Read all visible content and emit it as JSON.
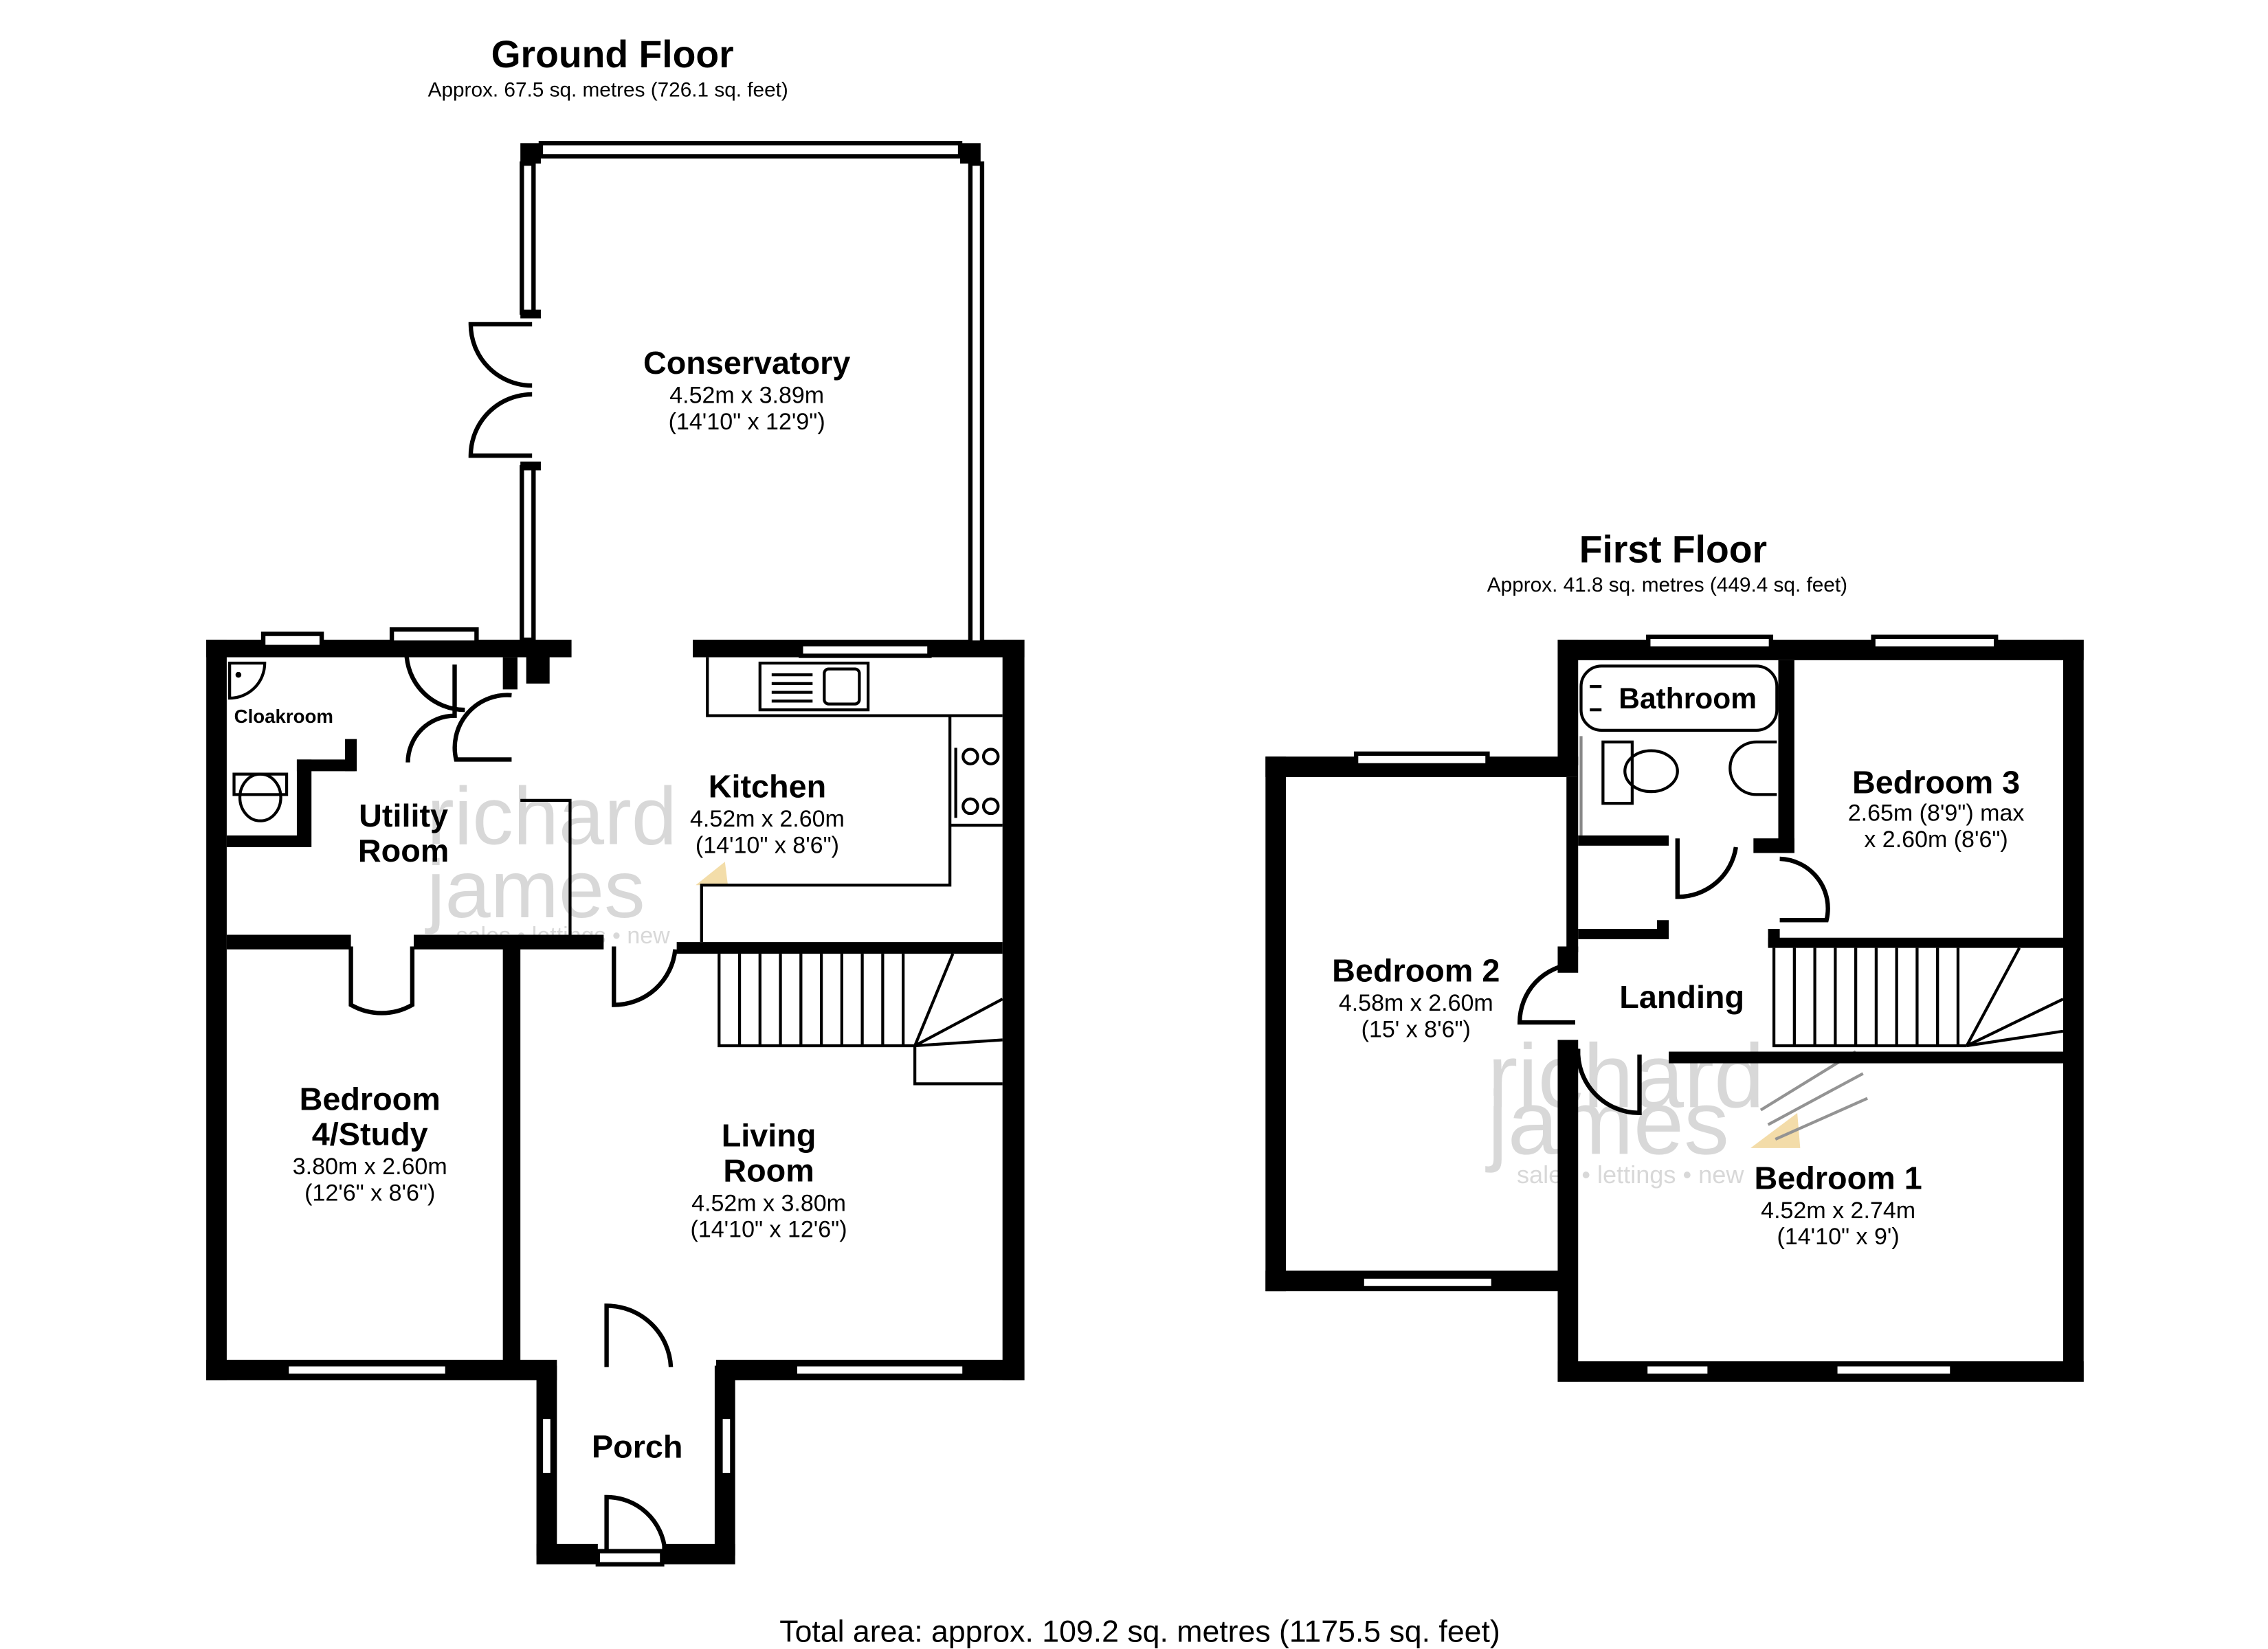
{
  "ground_floor": {
    "title": "Ground Floor",
    "area": "Approx. 67.5 sq. metres (726.1 sq. feet)",
    "rooms": {
      "conservatory": {
        "name": "Conservatory",
        "dim_m": "4.52m x 3.89m",
        "dim_ft": "(14'10\" x 12'9\")"
      },
      "kitchen": {
        "name": "Kitchen",
        "dim_m": "4.52m x 2.60m",
        "dim_ft": "(14'10\" x 8'6\")"
      },
      "utility": {
        "name_l1": "Utility",
        "name_l2": "Room"
      },
      "cloakroom": {
        "name": "Cloakroom"
      },
      "bedroom4": {
        "name_l1": "Bedroom",
        "name_l2": "4/Study",
        "dim_m": "3.80m x 2.60m",
        "dim_ft": "(12'6\" x 8'6\")"
      },
      "living": {
        "name_l1": "Living",
        "name_l2": "Room",
        "dim_m": "4.52m x 3.80m",
        "dim_ft": "(14'10\" x 12'6\")"
      },
      "porch": {
        "name": "Porch"
      }
    }
  },
  "first_floor": {
    "title": "First Floor",
    "area": "Approx. 41.8 sq. metres (449.4 sq. feet)",
    "rooms": {
      "bathroom": {
        "name": "Bathroom"
      },
      "bedroom3": {
        "name": "Bedroom 3",
        "dim_l1": "2.65m (8'9\") max",
        "dim_l2": "x 2.60m (8'6\")"
      },
      "bedroom2": {
        "name": "Bedroom 2",
        "dim_m": "4.58m x 2.60m",
        "dim_ft": "(15' x 8'6\")"
      },
      "landing": {
        "name": "Landing"
      },
      "bedroom1": {
        "name": "Bedroom 1",
        "dim_m": "4.52m x 2.74m",
        "dim_ft": "(14'10\" x 9')"
      }
    }
  },
  "total_area": "Total area: approx. 109.2 sq. metres (1175.5 sq. feet)",
  "watermark": {
    "line1": "richard",
    "line2": "james",
    "line3": "sales • lettings • new"
  },
  "colors": {
    "wall": "#000000",
    "watermark": "#d4d4d4",
    "watermark_accent": "#f2d9a0"
  }
}
